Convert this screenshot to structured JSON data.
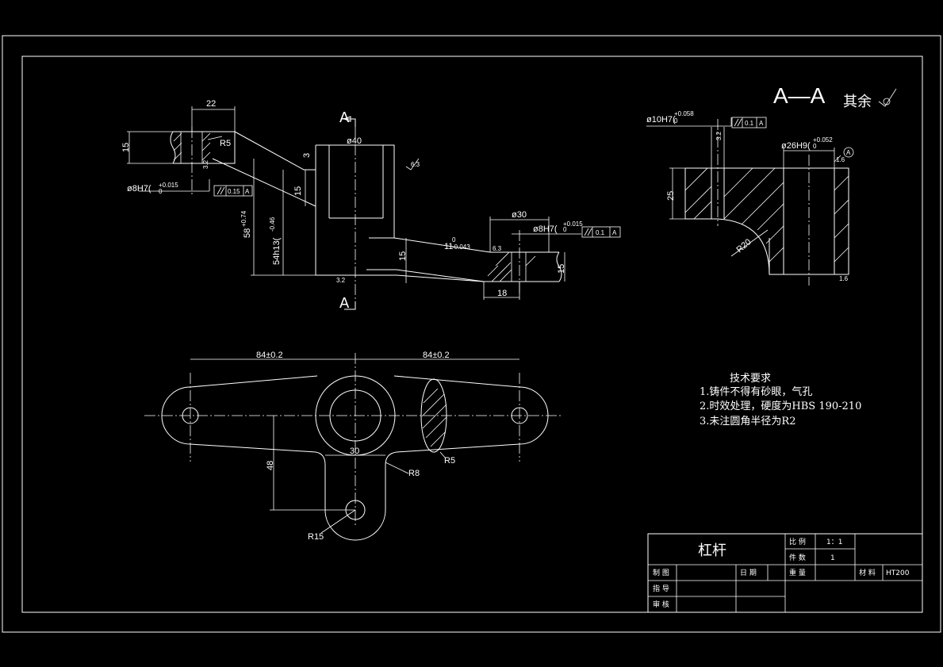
{
  "section_view": {
    "title": "A—A",
    "roughness_note": "其余"
  },
  "section_cut_labels": [
    "A",
    "A"
  ],
  "dimensions": {
    "front": {
      "d22": "22",
      "d15_left": "15",
      "r5": "R5",
      "ra_left": "3.2",
      "bore8": "ø8H7(",
      "bore8_tol": "+0.015",
      "bore8_tol0": "0",
      "par015": "0.15",
      "datum_a1": "A",
      "d40": "ø40",
      "d3": "3",
      "d15_mid": "15",
      "h58": "58",
      "h58_tol": "+0.74",
      "h58_tol0": "0",
      "h54": "54h13(",
      "h54_tol": "-0.46",
      "h54_tol0": "0",
      "ra_top": "6.3",
      "d30": "ø30",
      "bore8r": "ø8H7(",
      "bore8r_tol": "+0.015",
      "bore8r_tol0": "0",
      "par01": "0.1",
      "datum_a2": "A",
      "d11": "11",
      "d11_tol": "-0.043",
      "d11_tol0": "0",
      "d15_r1": "15",
      "d15_r2": "15",
      "d18": "18",
      "ra_small": "6.3",
      "ra_bot": "3.2"
    },
    "aa": {
      "bore10": "ø10H7(",
      "bore10_tol": "+0.058",
      "bore10_tol0": "0",
      "par01": "0.1",
      "datum_a": "A",
      "bore26": "ø26H9(",
      "bore26_tol": "+0.052",
      "bore26_tol0": "0",
      "datum_circle": "A",
      "d25": "25",
      "r20": "R20",
      "ra1": "3.2",
      "ra2": "1.6",
      "ra3": "1.6"
    },
    "top": {
      "d84a": "84±0.2",
      "d84b": "84±0.2",
      "d30": "30",
      "d48": "48",
      "r5": "R5",
      "r8": "R8",
      "r15": "R15"
    }
  },
  "technical_requirements": {
    "heading": "技术要求",
    "items": [
      "1.铸件不得有砂眼，气孔",
      "2.时效处理，硬度为HBS 190-210",
      "3.未注圆角半径为R2"
    ]
  },
  "title_block": {
    "part_name": "杠杆",
    "scale_label": "比 例",
    "scale_value": "1：1",
    "qty_label": "件 数",
    "qty_value": "1",
    "drawn_label": "制 图",
    "date_label": "日 期",
    "weight_label": "重 量",
    "material_label": "材 料",
    "material_value": "HT200",
    "guide_label": "指 导",
    "review_label": "审 核"
  }
}
